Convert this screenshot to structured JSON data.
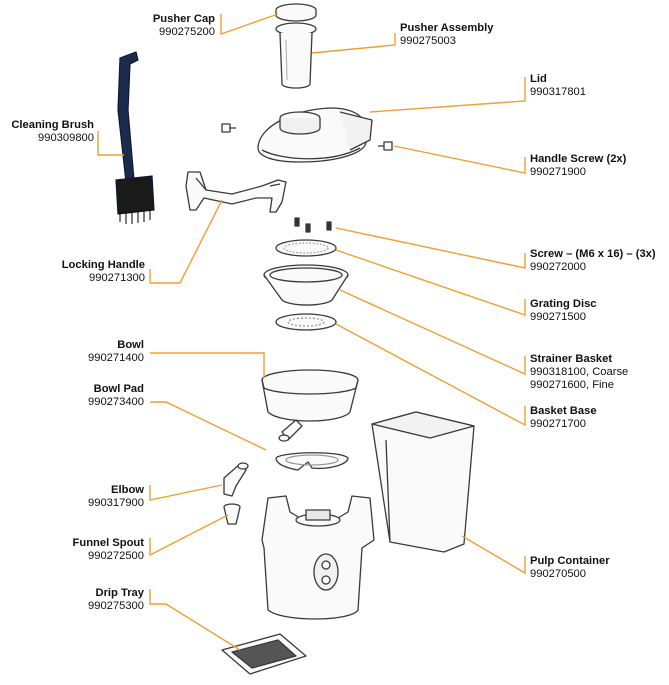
{
  "colors": {
    "leader": "#F0A030",
    "outline": "#3a3a3a",
    "brush": "#1c2a4d",
    "label": "#111111"
  },
  "parts": {
    "pusher_cap": {
      "name": "Pusher Cap",
      "number": "990275200"
    },
    "pusher_assembly": {
      "name": "Pusher Assembly",
      "number": "990275003"
    },
    "lid": {
      "name": "Lid",
      "number": "990317801"
    },
    "cleaning_brush": {
      "name": "Cleaning Brush",
      "number": "990309800"
    },
    "handle_screw": {
      "name": "Handle Screw (2x)",
      "number": "990271900"
    },
    "locking_handle": {
      "name": "Locking Handle",
      "number": "990271300"
    },
    "screw": {
      "name": "Screw – (M6 x 16) – (3x)",
      "number": "990272000"
    },
    "grating_disc": {
      "name": "Grating Disc",
      "number": "990271500"
    },
    "strainer_basket": {
      "name": "Strainer Basket",
      "number": "990318100, Coarse",
      "number2": "990271600, Fine"
    },
    "bowl": {
      "name": "Bowl",
      "number": "990271400"
    },
    "bowl_pad": {
      "name": "Bowl Pad",
      "number": "990273400"
    },
    "basket_base": {
      "name": "Basket Base",
      "number": "990271700"
    },
    "elbow": {
      "name": "Elbow",
      "number": "990317900"
    },
    "funnel_spout": {
      "name": "Funnel Spout",
      "number": "990272500"
    },
    "pulp_container": {
      "name": "Pulp Container",
      "number": "990270500"
    },
    "drip_tray": {
      "name": "Drip Tray",
      "number": "990275300"
    }
  }
}
